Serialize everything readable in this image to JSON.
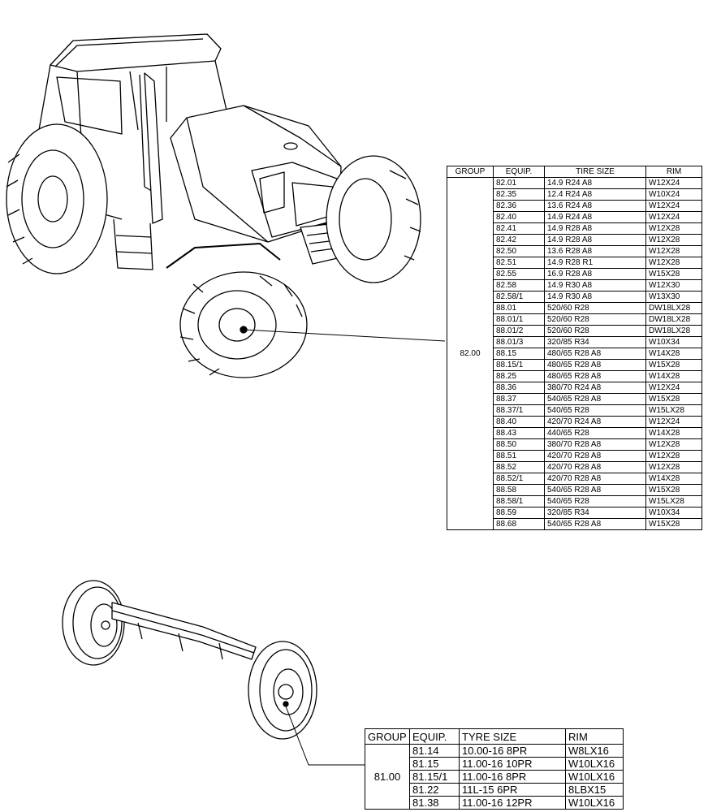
{
  "rear_table": {
    "headers": {
      "group": "GROUP",
      "equip": "EQUIP.",
      "size": "TIRE SIZE",
      "rim": "RIM"
    },
    "group": "82.00",
    "rows": [
      {
        "equip": "82.01",
        "size": "14.9 R24 A8",
        "rim": "W12X24"
      },
      {
        "equip": "82.35",
        "size": "12.4 R24 A8",
        "rim": "W10X24"
      },
      {
        "equip": "82.36",
        "size": "13.6 R24 A8",
        "rim": "W12X24"
      },
      {
        "equip": "82.40",
        "size": "14.9 R24 A8",
        "rim": "W12X24"
      },
      {
        "equip": "82.41",
        "size": "14.9 R28 A8",
        "rim": "W12X28"
      },
      {
        "equip": "82.42",
        "size": "14.9 R28 A8",
        "rim": "W12X28"
      },
      {
        "equip": "82.50",
        "size": "13.6 R28 A8",
        "rim": "W12X28"
      },
      {
        "equip": "82.51",
        "size": "14.9 R28 R1",
        "rim": "W12X28"
      },
      {
        "equip": "82.55",
        "size": "16.9 R28 A8",
        "rim": "W15X28"
      },
      {
        "equip": "82.58",
        "size": "14.9 R30 A8",
        "rim": "W12X30"
      },
      {
        "equip": "82.58/1",
        "size": "14.9 R30 A8",
        "rim": "W13X30"
      },
      {
        "equip": "88.01",
        "size": "520/60 R28",
        "rim": "DW18LX28"
      },
      {
        "equip": "88.01/1",
        "size": "520/60 R28",
        "rim": "DW18LX28"
      },
      {
        "equip": "88.01/2",
        "size": "520/60 R28",
        "rim": "DW18LX28"
      },
      {
        "equip": "88.01/3",
        "size": "320/85 R34",
        "rim": "W10X34"
      },
      {
        "equip": "88.15",
        "size": "480/65 R28 A8",
        "rim": "W14X28"
      },
      {
        "equip": "88.15/1",
        "size": "480/65 R28 A8",
        "rim": "W15X28"
      },
      {
        "equip": "88.25",
        "size": "480/65 R28 A8",
        "rim": "W14X28"
      },
      {
        "equip": "88.36",
        "size": "380/70 R24 A8",
        "rim": "W12X24"
      },
      {
        "equip": "88.37",
        "size": "540/65 R28 A8",
        "rim": "W15X28"
      },
      {
        "equip": "88.37/1",
        "size": "540/65 R28",
        "rim": "W15LX28"
      },
      {
        "equip": "88.40",
        "size": "420/70 R24 A8",
        "rim": "W12X24"
      },
      {
        "equip": "88.43",
        "size": "440/65 R28",
        "rim": "W14X28"
      },
      {
        "equip": "88.50",
        "size": "380/70 R28 A8",
        "rim": "W12X28"
      },
      {
        "equip": "88.51",
        "size": "420/70 R28 A8",
        "rim": "W12X28"
      },
      {
        "equip": "88.52",
        "size": "420/70 R28 A8",
        "rim": "W12X28"
      },
      {
        "equip": "88.52/1",
        "size": "420/70 R28 A8",
        "rim": "W14X28"
      },
      {
        "equip": "88.58",
        "size": "540/65 R28 A8",
        "rim": "W15X28"
      },
      {
        "equip": "88.58/1",
        "size": "540/65 R28",
        "rim": "W15LX28"
      },
      {
        "equip": "88.59",
        "size": "320/85 R34",
        "rim": "W10X34"
      },
      {
        "equip": "88.68",
        "size": "540/65 R28 A8",
        "rim": "W15X28"
      }
    ]
  },
  "front_table": {
    "headers": {
      "group": "GROUP",
      "equip": "EQUIP.",
      "size": "TYRE SIZE",
      "rim": "RIM"
    },
    "group": "81.00",
    "rows": [
      {
        "equip": "81.14",
        "size": "10.00-16 8PR",
        "rim": "W8LX16"
      },
      {
        "equip": "81.15",
        "size": "11.00-16 10PR",
        "rim": "W10LX16"
      },
      {
        "equip": "81.15/1",
        "size": "11.00-16 8PR",
        "rim": "W10LX16"
      },
      {
        "equip": "81.22",
        "size": "11L-15 6PR",
        "rim": "8LBX15"
      },
      {
        "equip": "81.38",
        "size": "11.00-16 12PR",
        "rim": "W10LX16"
      }
    ]
  }
}
